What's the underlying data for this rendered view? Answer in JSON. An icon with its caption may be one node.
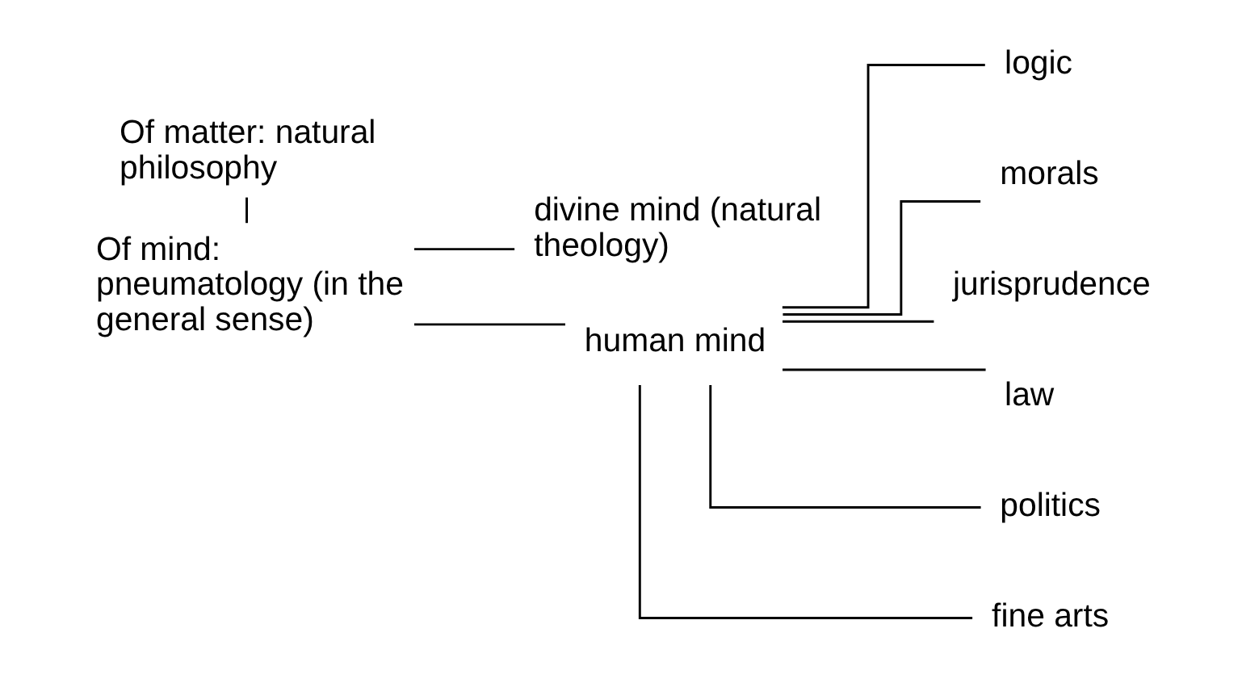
{
  "diagram": {
    "nodes": [
      {
        "text": [
          "Of matter: natural philosophy"
        ]
      },
      {
        "text": [
          "Of mind: pneumatology (in the general sense)"
        ]
      },
      {
        "text": [
          "divine mind (natural theology)"
        ]
      },
      {
        "text": [
          "human mind"
        ]
      },
      {
        "text": [
          "logic"
        ]
      },
      {
        "text": [
          "morals"
        ]
      },
      {
        "text": [
          "jurisprudence"
        ]
      },
      {
        "text": [
          "law"
        ]
      },
      {
        "text": [
          "politics"
        ]
      },
      {
        "text": [
          "fine arts"
        ]
      }
    ],
    "edges": [
      {
        "from": 0,
        "to": 1,
        "arrow": "none"
      },
      {
        "from": 1,
        "to": 2,
        "arrow": "none"
      },
      {
        "from": 1,
        "to": 3,
        "arrow": "none"
      },
      {
        "from": 3,
        "to": 4,
        "arrow": "none"
      },
      {
        "from": 3,
        "to": 5,
        "arrow": "none"
      },
      {
        "from": 3,
        "to": 6,
        "arrow": "none"
      },
      {
        "from": 3,
        "to": 7,
        "arrow": "none"
      },
      {
        "from": 3,
        "to": 8,
        "arrow": "none"
      },
      {
        "from": 3,
        "to": 9,
        "arrow": "none"
      }
    ]
  }
}
